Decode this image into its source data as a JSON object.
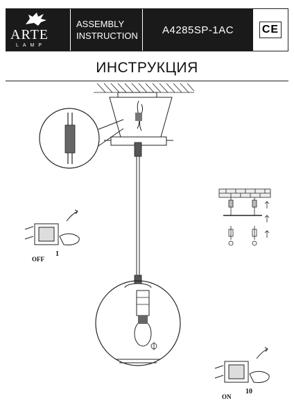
{
  "header": {
    "brand": "ARTE",
    "brand_sub": "LAMP",
    "doc_title_line1": "ASSEMBLY",
    "doc_title_line2": "INSTRUCTION",
    "model_code": "A4285SP-1AC",
    "ce_mark": "CE"
  },
  "page_title": "ИНСТРУКЦИЯ",
  "switch_off": {
    "state_label": "OFF",
    "step_number": "1"
  },
  "switch_on": {
    "state_label": "ON",
    "step_number": "10"
  }
}
